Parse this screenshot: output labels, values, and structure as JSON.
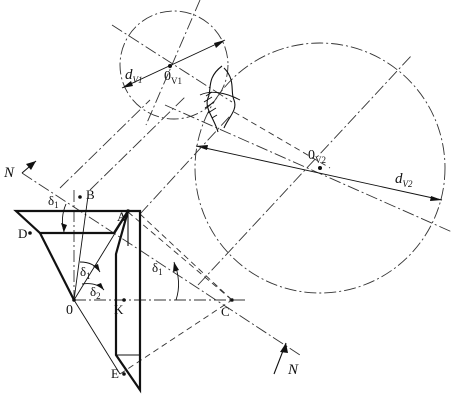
{
  "labels": {
    "pitch_circle_1": {
      "main": "d",
      "sub": "V1"
    },
    "center_1": {
      "main": "0",
      "sub": "V1"
    },
    "center_2": {
      "main": "0",
      "sub": "V2"
    },
    "pitch_circle_2": {
      "main": "d",
      "sub": "V2"
    },
    "section_top": "N",
    "section_bottom": "N",
    "delta_1_top": {
      "main": "δ",
      "sub": "1"
    },
    "delta_1_mid": {
      "main": "δ",
      "sub": "1"
    },
    "delta_1_right": {
      "main": "δ",
      "sub": "1"
    },
    "delta_2": {
      "main": "δ",
      "sub": "2"
    },
    "point_A": "A",
    "point_B": "B",
    "point_C": "C",
    "point_D": "D",
    "point_E": "E",
    "point_K": "K",
    "point_O": "0"
  }
}
